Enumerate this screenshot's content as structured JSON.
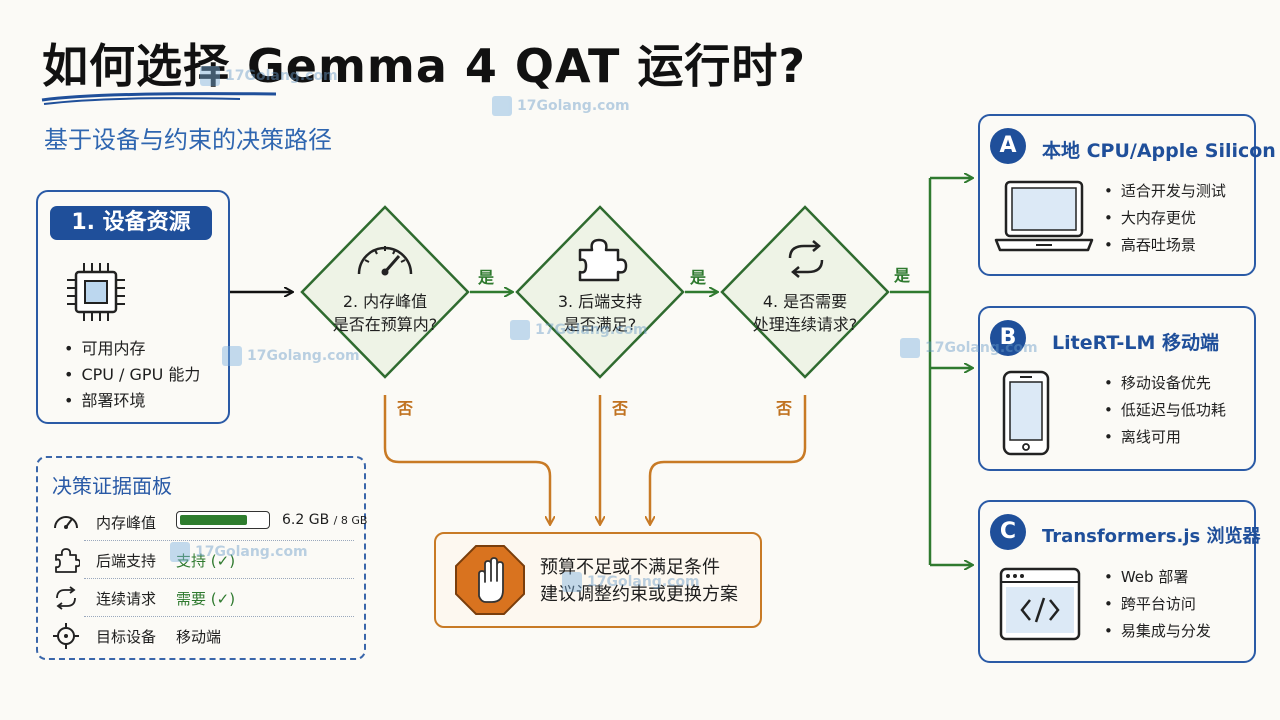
{
  "header": {
    "title": "如何选择 Gemma 4 QAT 运行时?",
    "subtitle": "基于设备与约束的决策路径"
  },
  "device": {
    "heading": "1. 设备资源",
    "icon": "chip-icon",
    "items": [
      "可用内存",
      "CPU / GPU 能力",
      "部署环境"
    ]
  },
  "decisions": [
    {
      "icon": "gauge-icon",
      "line1": "2. 内存峰值",
      "line2": "是否在预算内?"
    },
    {
      "icon": "puzzle-icon",
      "line1": "3. 后端支持",
      "line2": "是否满足?"
    },
    {
      "icon": "cycle-icon",
      "line1": "4. 是否需要",
      "line2": "处理连续请求?"
    }
  ],
  "edges": {
    "yes": "是",
    "no": "否"
  },
  "evidence_panel": {
    "title": "决策证据面板",
    "rows": [
      {
        "icon": "gauge-icon",
        "label": "内存峰值",
        "value": "6.2 GB",
        "value_sub": "/ 8 GB",
        "fill_fraction": 0.775
      },
      {
        "icon": "puzzle-icon",
        "label": "后端支持",
        "value": "支持 (✓)"
      },
      {
        "icon": "cycle-icon",
        "label": "连续请求",
        "value": "需要 (✓)"
      },
      {
        "icon": "target-icon",
        "label": "目标设备",
        "value": "移动端"
      }
    ]
  },
  "fallback": {
    "icon": "stop-hand-icon",
    "line1": "预算不足或不满足条件",
    "line2": "建议调整约束或更换方案"
  },
  "runtimes": [
    {
      "badge": "A",
      "title": "本地 CPU/Apple Silicon",
      "icon": "laptop-icon",
      "items": [
        "适合开发与测试",
        "大内存更优",
        "高吞吐场景"
      ]
    },
    {
      "badge": "B",
      "title": "LiteRT-LM 移动端",
      "icon": "phone-icon",
      "items": [
        "移动设备优先",
        "低延迟与低功耗",
        "离线可用"
      ]
    },
    {
      "badge": "C",
      "title": "Transformers.js 浏览器",
      "icon": "browser-code-icon",
      "items": [
        "Web 部署",
        "跨平台访问",
        "易集成与分发"
      ]
    }
  ],
  "watermark": {
    "text": "17Golang.com"
  },
  "colors": {
    "primary_blue": "#1f4f9a",
    "decision_green": "#2f7a2f",
    "fallback_orange": "#c87a25",
    "background": "#fbfaf6"
  }
}
